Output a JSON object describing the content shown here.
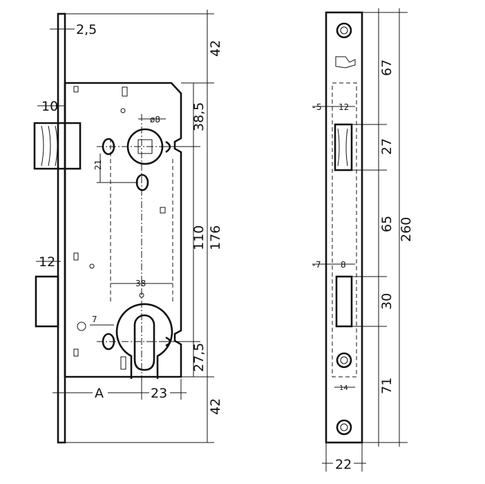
{
  "side_view": {
    "dim_faceplate_thickness": "2,5",
    "dim_top_offset": "42",
    "dim_bolt_depth": "10",
    "dim_backset_hole": "38,5",
    "dim_spindle_size": "ø8",
    "dim_small_21": "21",
    "dim_center_distance": "110",
    "dim_body_height": "176",
    "dim_latch_depth": "12",
    "dim_38": "38",
    "dim_7": "7",
    "dim_cylinder": "27,5",
    "dim_backset": "A",
    "dim_23": "23",
    "dim_bottom_offset": "42"
  },
  "front_view": {
    "dim_5": "5",
    "dim_12": "12",
    "dim_67": "67",
    "dim_27": "27",
    "dim_65": "65",
    "dim_260": "260",
    "dim_7": "7",
    "dim_8": "8",
    "dim_30": "30",
    "dim_14": "14",
    "dim_71": "71",
    "dim_22": "22"
  }
}
